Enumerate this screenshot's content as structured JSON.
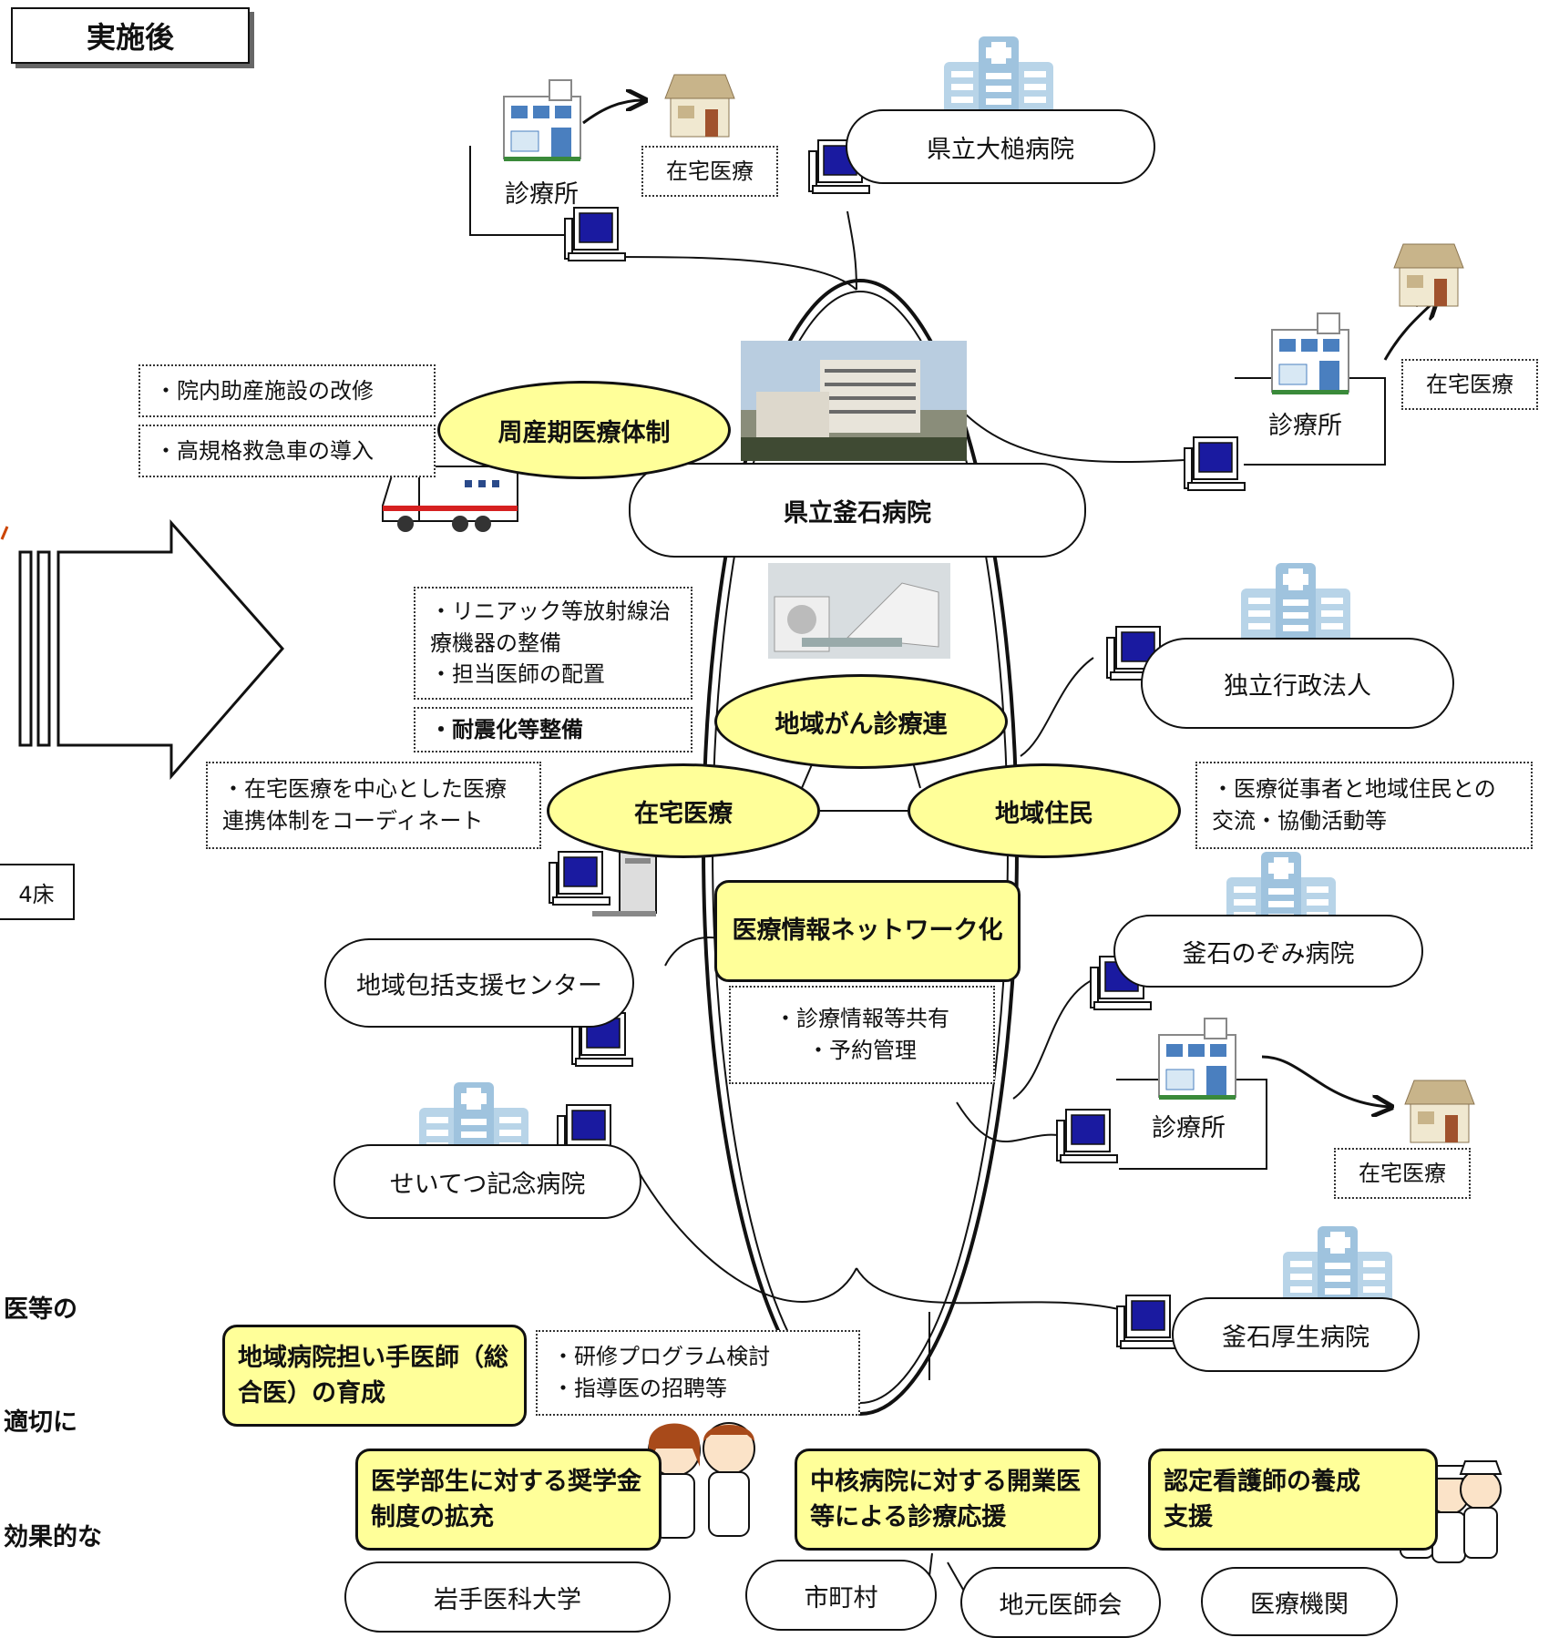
{
  "title": "実施後",
  "nodes": {
    "kamaishi_hospital": "県立釜石病院",
    "otsuchi_hospital": "県立大槌病院",
    "clinic_top": "診療所",
    "clinic_right": "診療所",
    "clinic_lower": "診療所",
    "dokuritsu": "独立行政法人",
    "nozomi": "釜石のぞみ病院",
    "houkatsu": "地域包括支援センター",
    "seitetsu": "せいてつ記念病院",
    "kousei": "釜石厚生病院",
    "iwate_univ": "岩手医科大学",
    "shichouson": "市町村",
    "ishikai": "地元医師会",
    "iryoukikan": "医療機関"
  },
  "home_care": {
    "top": "在宅医療",
    "right": "在宅医療",
    "lower": "在宅医療"
  },
  "hubs": {
    "perinatal": "周産期医療体制",
    "cancer": "地域がん診療連",
    "home": "在宅医療",
    "residents": "地域住民",
    "network": "医療情報ネットワーク化"
  },
  "notes": {
    "renovation": "・院内助産施設の改修",
    "ambulance": "・高規格救急車の導入",
    "linac_1": "・リニアック等放射線治療機器の整備",
    "linac_2": "・担当医師の配置",
    "quake": "・耐震化等整備",
    "homecare": "・在宅医療を中心とした医療連携体制をコーディネート",
    "exchange": "・医療従事者と地域住民との交流・協働活動等",
    "share_1": "・診療情報等共有",
    "share_2": "・予約管理",
    "training_1": "・研修プログラム検討",
    "training_2": "・指導医の招聘等"
  },
  "programs": {
    "general_doctor": "地域病院担い手医師（総合医）の育成",
    "scholarship": "医学部生に対する奨学金制度の拡充",
    "support": "中核病院に対する開業医等による診療応援",
    "nurse": "認定看護師の養成支援"
  },
  "edge_fragments": {
    "beds": "4床",
    "line1": "医等の",
    "line2": "適切に",
    "line3": "効果的な"
  },
  "colors": {
    "hub_fill": "#ffff99",
    "computer_screen": "#1a1aa0",
    "building": "#b8d4e8",
    "house": "#c8b48a"
  }
}
